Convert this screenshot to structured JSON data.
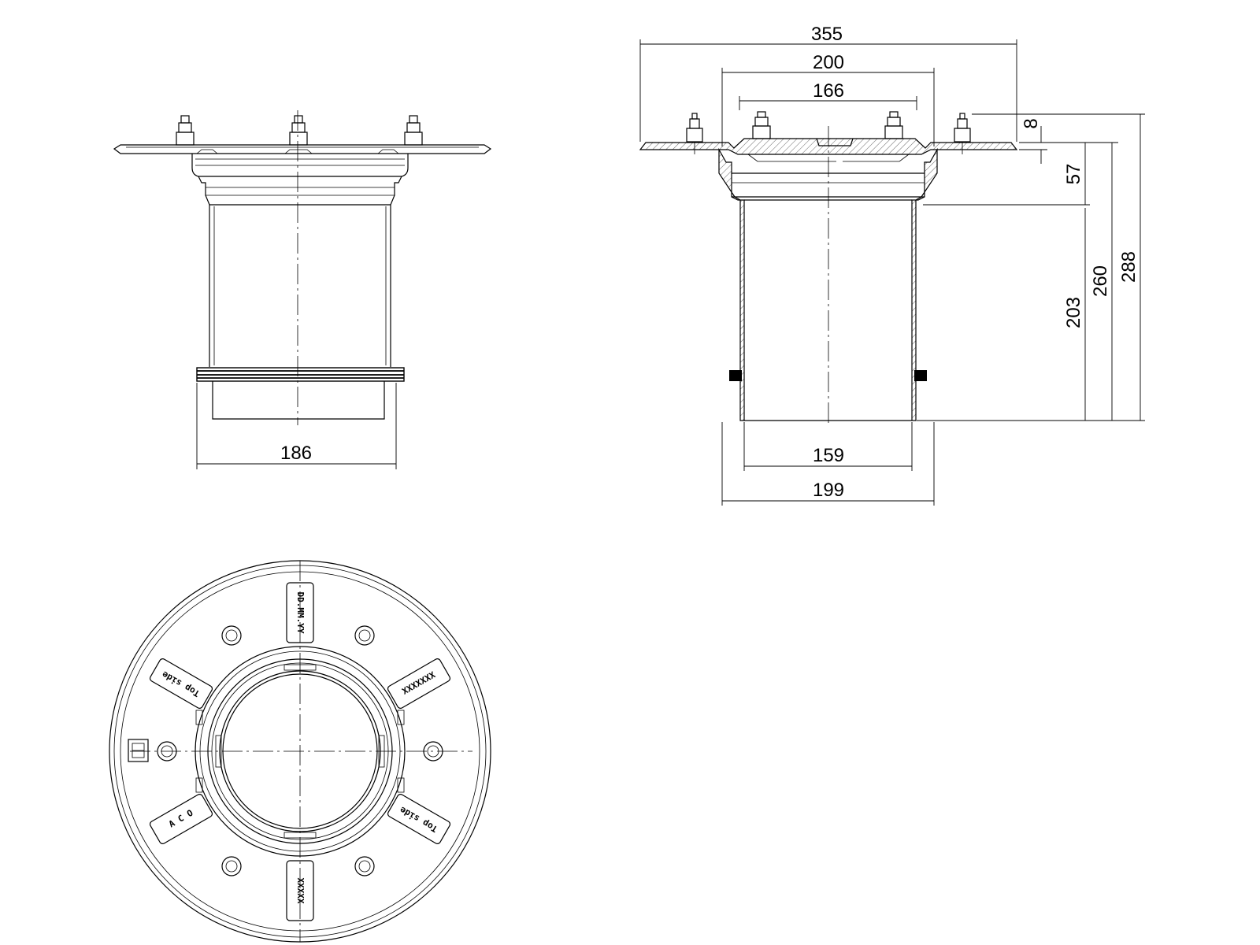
{
  "dimensions": {
    "side_view": {
      "seal_diameter": "186"
    },
    "section_view": {
      "flange_width": "355",
      "body_width": "200",
      "bolt_spacing": "166",
      "pipe_inner": "159",
      "base_width": "199",
      "flange_thickness": "8",
      "collar_height": "57",
      "pipe_height": "203",
      "body_height": "260",
      "total_height": "288"
    }
  },
  "markings": {
    "top": "DD.MM.YY",
    "upper_right": "XXXXXXX",
    "upper_left": "Top side",
    "lower_right": "Top side",
    "lower_left": "A C O",
    "bottom": "XXXXX"
  },
  "colors": {
    "line": "#000000",
    "background": "#ffffff"
  }
}
